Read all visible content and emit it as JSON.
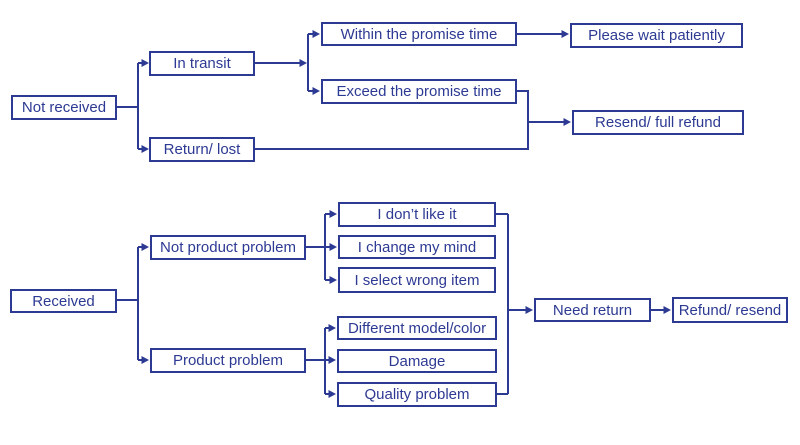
{
  "colors": {
    "accent": "#2d3a93",
    "background": "#ffffff"
  },
  "nodes": {
    "not_received": "Not received",
    "in_transit": "In transit",
    "return_lost": "Return/ lost",
    "within_promise": "Within the promise time",
    "exceed_promise": "Exceed the promise time",
    "please_wait": "Please wait patiently",
    "resend_full_refund": "Resend/ full refund",
    "received": "Received",
    "not_product_problem": "Not product problem",
    "product_problem": "Product problem",
    "i_dont_like_it": "I don’t like it",
    "i_change_my_mind": "I change my mind",
    "i_select_wrong_item": "I select wrong item",
    "different_model_color": "Different model/color",
    "damage": "Damage",
    "quality_problem": "Quality problem",
    "need_return": "Need return",
    "refund_resend": "Refund/ resend"
  },
  "edges": [
    {
      "from": "Not received",
      "to": "In transit"
    },
    {
      "from": "Not received",
      "to": "Return/ lost"
    },
    {
      "from": "In transit",
      "to": "Within the promise time"
    },
    {
      "from": "In transit",
      "to": "Exceed the promise time"
    },
    {
      "from": "Within the promise time",
      "to": "Please wait patiently"
    },
    {
      "from": "Exceed the promise time",
      "to": "Resend/ full refund"
    },
    {
      "from": "Return/ lost",
      "to": "Resend/ full refund"
    },
    {
      "from": "Received",
      "to": "Not product problem"
    },
    {
      "from": "Received",
      "to": "Product problem"
    },
    {
      "from": "Not product problem",
      "to": "I don’t like it"
    },
    {
      "from": "Not product problem",
      "to": "I change my mind"
    },
    {
      "from": "Not product problem",
      "to": "I select wrong item"
    },
    {
      "from": "Product problem",
      "to": "Different model/color"
    },
    {
      "from": "Product problem",
      "to": "Damage"
    },
    {
      "from": "Product problem",
      "to": "Quality problem"
    },
    {
      "from": "I don’t like it",
      "to": "Need return"
    },
    {
      "from": "I change my mind",
      "to": "Need return"
    },
    {
      "from": "I select wrong item",
      "to": "Need return"
    },
    {
      "from": "Different model/color",
      "to": "Need return"
    },
    {
      "from": "Damage",
      "to": "Need return"
    },
    {
      "from": "Quality problem",
      "to": "Need return"
    },
    {
      "from": "Need return",
      "to": "Refund/ resend"
    }
  ]
}
